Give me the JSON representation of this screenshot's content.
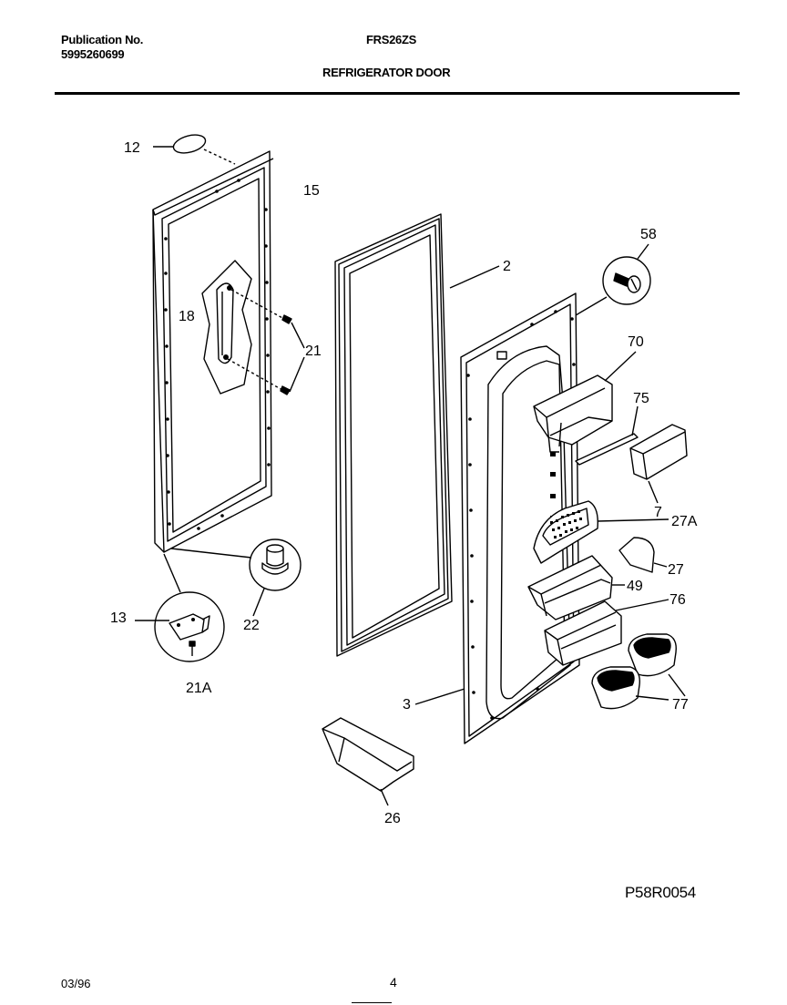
{
  "header": {
    "publication_label": "Publication No.",
    "publication_number": "5995260699",
    "model": "FRS26ZS",
    "title": "REFRIGERATOR DOOR"
  },
  "callouts": {
    "c12": "12",
    "c15": "15",
    "c18": "18",
    "c21": "21",
    "c2": "2",
    "c58": "58",
    "c70": "70",
    "c75": "75",
    "c7": "7",
    "c27A": "27A",
    "c27": "27",
    "c49": "49",
    "c76": "76",
    "c77": "77",
    "c13": "13",
    "c22": "22",
    "c21A": "21A",
    "c3": "3",
    "c26": "26"
  },
  "footer": {
    "diagram_code": "P58R0054",
    "date": "03/96",
    "page": "4"
  }
}
